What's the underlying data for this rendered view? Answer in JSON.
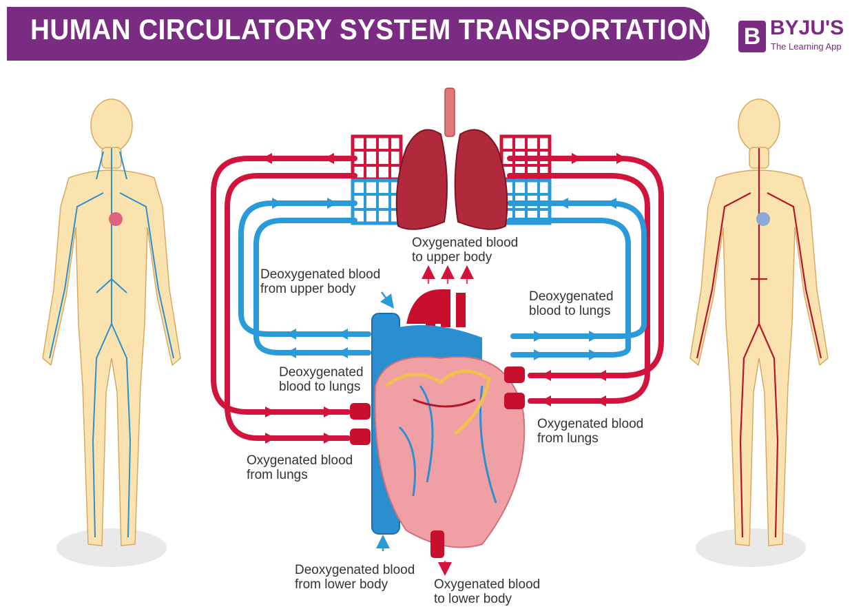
{
  "header": {
    "title": "HUMAN CIRCULATORY SYSTEM TRANSPORTATION"
  },
  "brand": {
    "mark": "B",
    "name": "BYJU'S",
    "tagline": "The Learning App"
  },
  "labels": {
    "oxy_upper": "Oxygenated blood\nto upper body",
    "deoxy_upper": "Deoxygenated blood\nfrom upper body",
    "deoxy_lungs_right": "Deoxygenated\nblood to lungs",
    "deoxy_lungs_left": "Deoxygenated\nblood to lungs",
    "oxy_from_lungs_right": "Oxygenated blood\nfrom lungs",
    "oxy_from_lungs_left": "Oxygenated blood\nfrom lungs",
    "deoxy_lower": "Deoxygenated blood\nfrom lower body",
    "oxy_lower": "Oxygenated blood\nto lower body"
  },
  "colors": {
    "brand_purple": "#7a2b82",
    "oxygenated_red": "#d0143c",
    "deoxygenated_blue": "#2a9ad8",
    "skin": "#fbe3b0",
    "vein_blue": "#2a8fd0",
    "artery_red": "#b5152b"
  }
}
